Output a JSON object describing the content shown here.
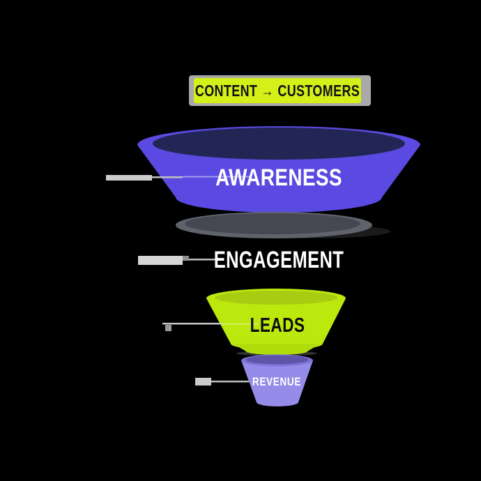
{
  "badge": {
    "label": "CONTENT → CUSTOMERS",
    "bg_color": "#d3f018",
    "text_color": "#131313",
    "shadow_color": "#a9a9a9"
  },
  "funnel": {
    "type": "marketing-funnel",
    "stages": [
      {
        "id": "awareness",
        "label": "AWARENESS",
        "color": "#5b4ae1",
        "top_color": "#222655",
        "text_color": "#ffffff"
      },
      {
        "id": "engagement",
        "label": "ENGAGEMENT",
        "color": "#60636c",
        "top_color": "#454853",
        "text_color": "#ffffff"
      },
      {
        "id": "leads",
        "label": "LEADS",
        "color": "#bce90d",
        "top_color": "#a7cc11",
        "text_color": "#0d0d0d"
      },
      {
        "id": "revenue",
        "label": "REVENUE",
        "color": "#958be8",
        "top_color": "#5e55a8",
        "text_color": "#ffffff"
      }
    ]
  },
  "background_color": "#000000"
}
